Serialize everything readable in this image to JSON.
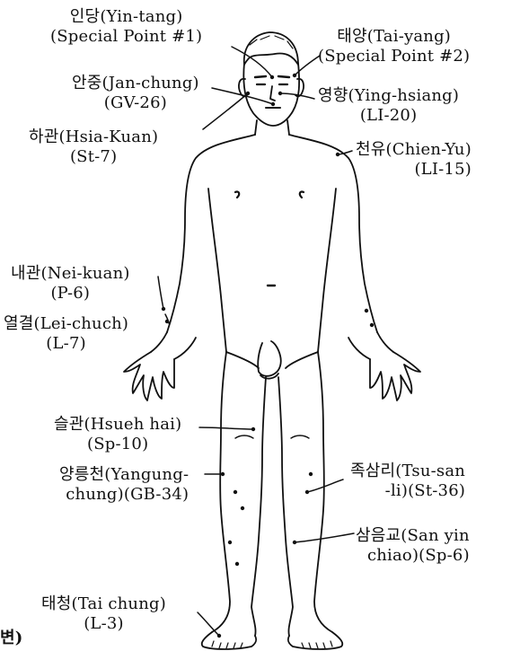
{
  "labels": {
    "yintang": {
      "line1": "인당(Yin-tang)",
      "line2": "(Special Point #1)"
    },
    "taiyang": {
      "line1": "태양(Tai-yang)",
      "line2": "(Special Point #2)"
    },
    "janchung": {
      "line1": "안중(Jan-chung)",
      "line2": "(GV-26)"
    },
    "yinghsiang": {
      "line1": "영향(Ying-hsiang)",
      "line2": "(LI-20)"
    },
    "hsiakuan": {
      "line1": "하관(Hsia-Kuan)",
      "line2": "(St-7)"
    },
    "chienyu": {
      "line1": "천유(Chien-Yu)",
      "line2": "(LI-15)"
    },
    "neikuan": {
      "line1": "내관(Nei-kuan)",
      "line2": "(P-6)"
    },
    "leichuch": {
      "line1": "열결(Lei-chuch)",
      "line2": "(L-7)"
    },
    "hsuehhai": {
      "line1": "슬관(Hsueh hai)",
      "line2": "(Sp-10)"
    },
    "yangung": {
      "line1": "양릉천(Yangung-",
      "line2": "chung)(GB-34)"
    },
    "tsusanli": {
      "line1": "족삼리(Tsu-san",
      "line2": "-li)(St-36)"
    },
    "sanyin": {
      "line1": "삼음교(San yin",
      "line2": "chiao)(Sp-6)"
    },
    "taichung": {
      "line1": "태청(Tai chung)",
      "line2": "(L-3)"
    }
  },
  "edge_fragment": "변)"
}
